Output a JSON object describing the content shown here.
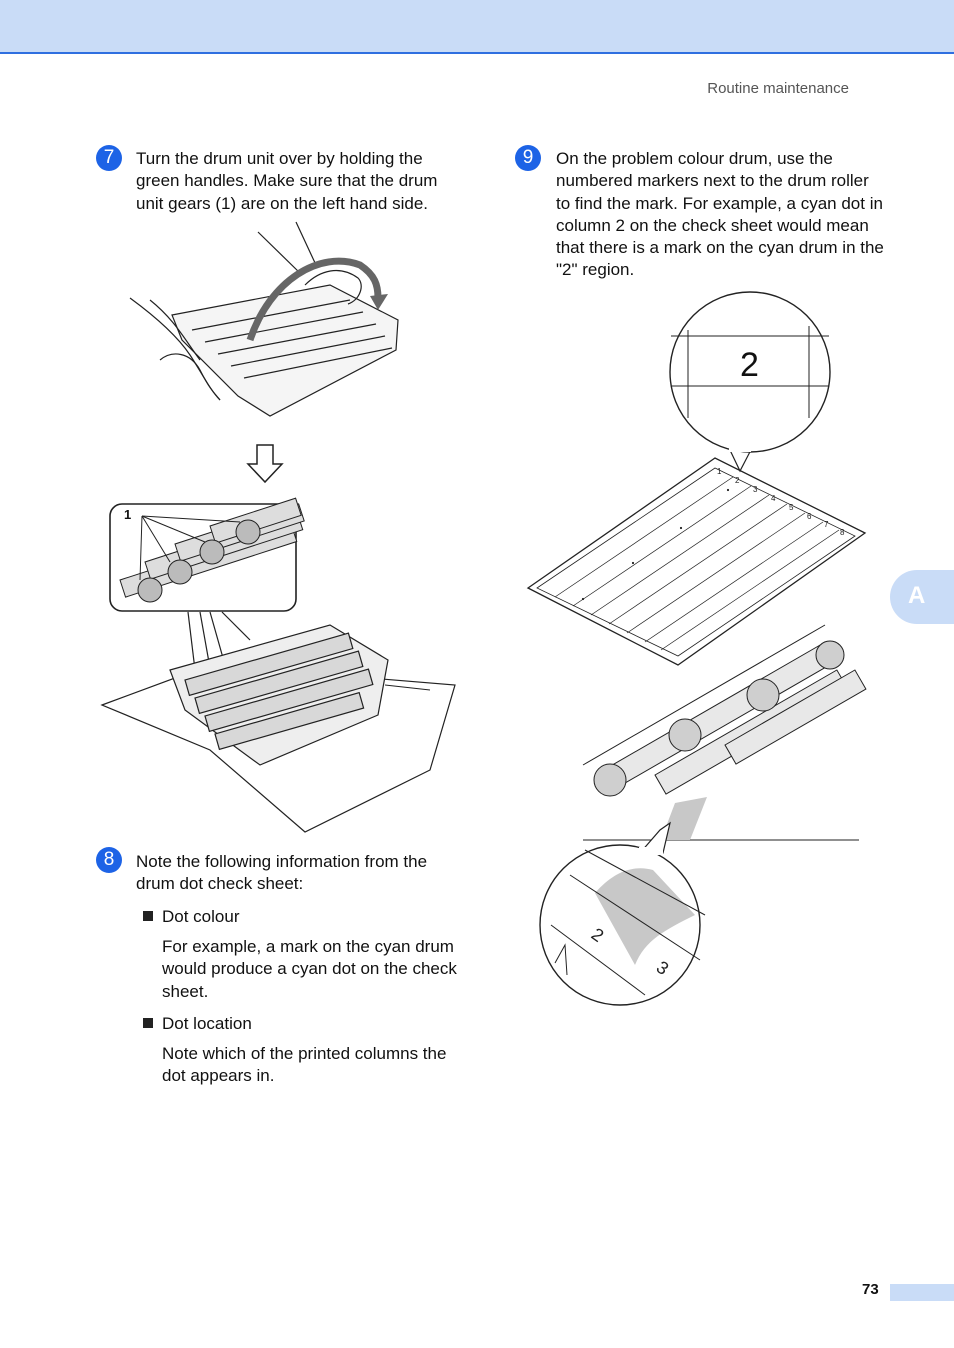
{
  "header": {
    "section_title": "Routine maintenance"
  },
  "steps": [
    {
      "number": "7",
      "text": "Turn the drum unit over by holding the green handles. Make sure that the drum unit gears (1) are on the left hand side."
    },
    {
      "number": "8",
      "text": "Note the following information from the drum dot check sheet:",
      "bullets": [
        {
          "title": "Dot colour",
          "body": "For example, a mark on the cyan drum would produce a cyan dot on the check sheet."
        },
        {
          "title": "Dot location",
          "body": "Note which of the printed columns the dot appears in."
        }
      ]
    },
    {
      "number": "9",
      "text": "On the problem colour drum, use the numbered markers next to the drum roller to find the mark. For example, a cyan dot in column 2 on the check sheet would mean that there is a mark on the cyan drum in the \"2\" region."
    }
  ],
  "figures": {
    "gear_callout": "1",
    "sheet_zoom_number": "2",
    "sheet_columns": [
      "1",
      "2",
      "3",
      "4",
      "5",
      "6",
      "7",
      "8"
    ],
    "roller_zoom_numbers": [
      "2",
      "3"
    ]
  },
  "side_tab": "A",
  "page_number": "73",
  "colors": {
    "accent": "#1d63e6",
    "band": "#c9dcf7",
    "rule": "#2f6fe0"
  }
}
